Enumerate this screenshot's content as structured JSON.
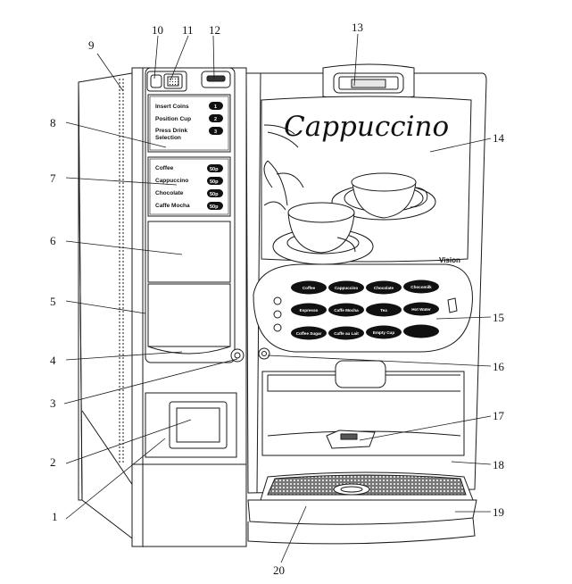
{
  "callouts": [
    "1",
    "2",
    "3",
    "4",
    "5",
    "6",
    "7",
    "8",
    "9",
    "10",
    "11",
    "12",
    "13",
    "14",
    "15",
    "16",
    "17",
    "18",
    "19",
    "20"
  ],
  "brand_name": "Cappuccino",
  "model_badge": "Vision",
  "instructions": [
    {
      "text": "Insert Coins",
      "step": "1"
    },
    {
      "text": "Position Cup",
      "step": "2"
    },
    {
      "text": "Press Drink",
      "text2": "Selection",
      "step": "3"
    }
  ],
  "price_list": [
    {
      "drink": "Coffee",
      "price": "50p"
    },
    {
      "drink": "Cappuccino",
      "price": "50p"
    },
    {
      "drink": "Chocolate",
      "price": "50p"
    },
    {
      "drink": "Caffe Mocha",
      "price": "50p"
    }
  ],
  "selection_buttons": [
    [
      "Coffee",
      "Cappuccino",
      "Chocolate",
      "Chocomilk"
    ],
    [
      "Espresso",
      "Caffe Mocha",
      "Tea",
      "Hot Water"
    ],
    [
      "Coffee Sugar",
      "Caffe au Lait",
      "Empty Cup",
      ""
    ]
  ]
}
